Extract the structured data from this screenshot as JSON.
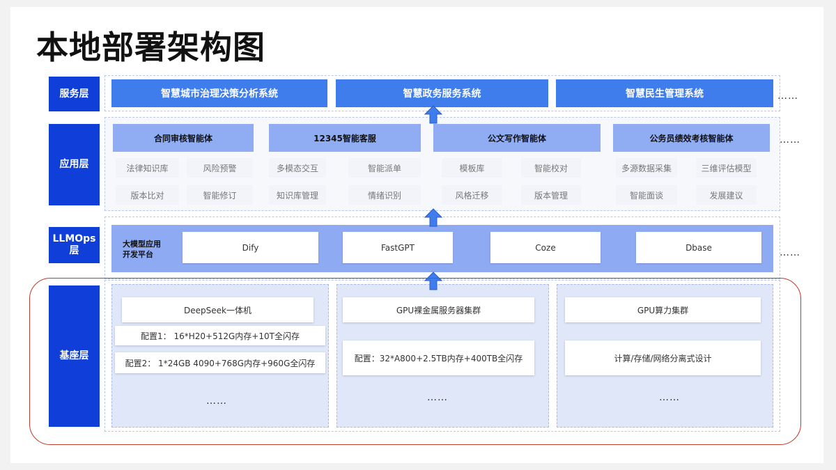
{
  "title": "本地部署架构图",
  "layers": {
    "service": "服务层",
    "application": "应用层",
    "llmops_line1": "LLMOps",
    "llmops_line2": "层",
    "base": "基座层"
  },
  "service_systems": [
    "智慧城市治理决策分析系统",
    "智慧政务服务系统",
    "智慧民生管理系统"
  ],
  "agents": [
    {
      "name": "合同审核智能体",
      "features": [
        "法律知识库",
        "风险预警",
        "版本比对",
        "智能修订"
      ]
    },
    {
      "name": "12345智能客服",
      "features": [
        "多模态交互",
        "智能派单",
        "知识库管理",
        "情绪识别"
      ]
    },
    {
      "name": "公文写作智能体",
      "features": [
        "模板库",
        "智能校对",
        "风格迁移",
        "版本管理"
      ]
    },
    {
      "name": "公务员绩效考核智能体",
      "features": [
        "多源数据采集",
        "三维评估模型",
        "智能面谈",
        "发展建议"
      ]
    }
  ],
  "platform": {
    "label_line1": "大模型应用",
    "label_line2": "开发平台",
    "tools": [
      "Dify",
      "FastGPT",
      "Coze",
      "Dbase"
    ]
  },
  "base": {
    "col1": {
      "title": "DeepSeek一体机",
      "config1": "配置1：   16*H20+512G内存+10T全闪存",
      "config2": "配置2：   1*24GB 4090+768G内存+960G全闪存",
      "more": "……"
    },
    "col2": {
      "title": "GPU裸金属服务器集群",
      "config": "配置：32*A800+2.5TB内存+400TB全闪存",
      "more": "……"
    },
    "col3": {
      "title": "GPU算力集群",
      "config": "计算/存储/网络分离式设计",
      "more": "……"
    }
  },
  "ellipsis": "……",
  "colors": {
    "layer_label": "#0f3fd8",
    "service_bar": "#3f7ded",
    "agent_header": "#90acf2",
    "platform_band": "#8eaaf2",
    "arrow": "#3f7ded",
    "outline": "#c0392b"
  }
}
